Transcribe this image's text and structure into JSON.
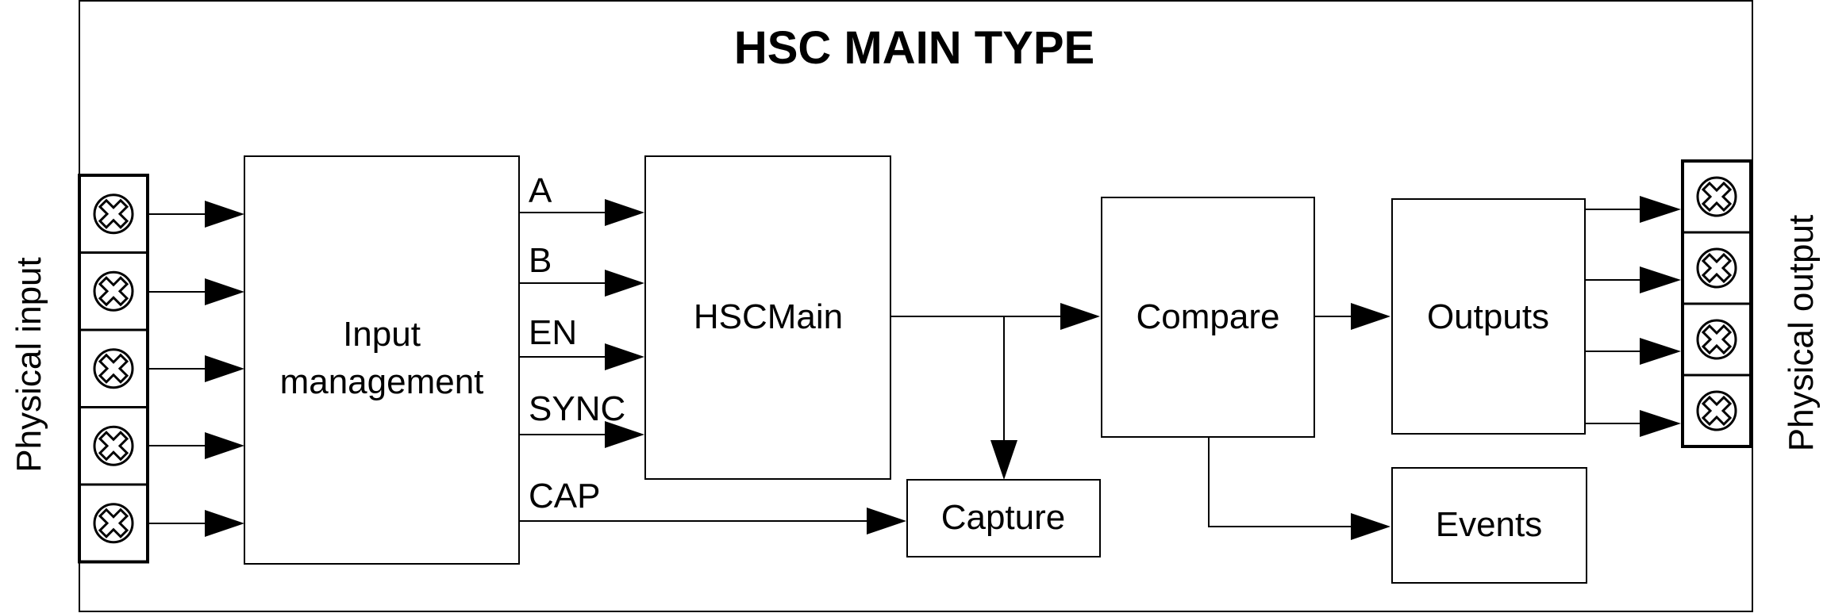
{
  "title": "HSC MAIN TYPE",
  "side_labels": {
    "left": "Physical input",
    "right": "Physical output"
  },
  "blocks": {
    "input_management": [
      "Input",
      "management"
    ],
    "hsc_main": "HSCMain",
    "compare": "Compare",
    "outputs": "Outputs",
    "capture": "Capture",
    "events": "Events"
  },
  "signals": {
    "a": "A",
    "b": "B",
    "en": "EN",
    "sync": "SYNC",
    "cap": "CAP"
  },
  "terminals": {
    "input_count": 5,
    "output_count": 4,
    "icon": "screw-terminal-icon"
  }
}
